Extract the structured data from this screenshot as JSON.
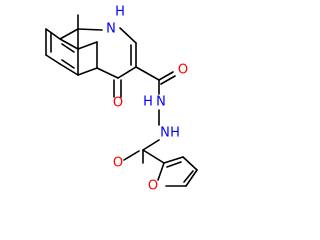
{
  "molecule": {
    "atoms": {
      "n1": "N",
      "h1": "H",
      "o_ketone": "O",
      "o_amide1": "O",
      "n_a": "N",
      "h_a": "H",
      "n_b": "N",
      "h_b": "H",
      "o_amide2": "O",
      "o_furan": "O"
    }
  },
  "colors": {
    "bond": "#000000",
    "nitrogen": "#0000ff",
    "oxygen": "#ff0000",
    "hydrogen": "#0000ff"
  }
}
